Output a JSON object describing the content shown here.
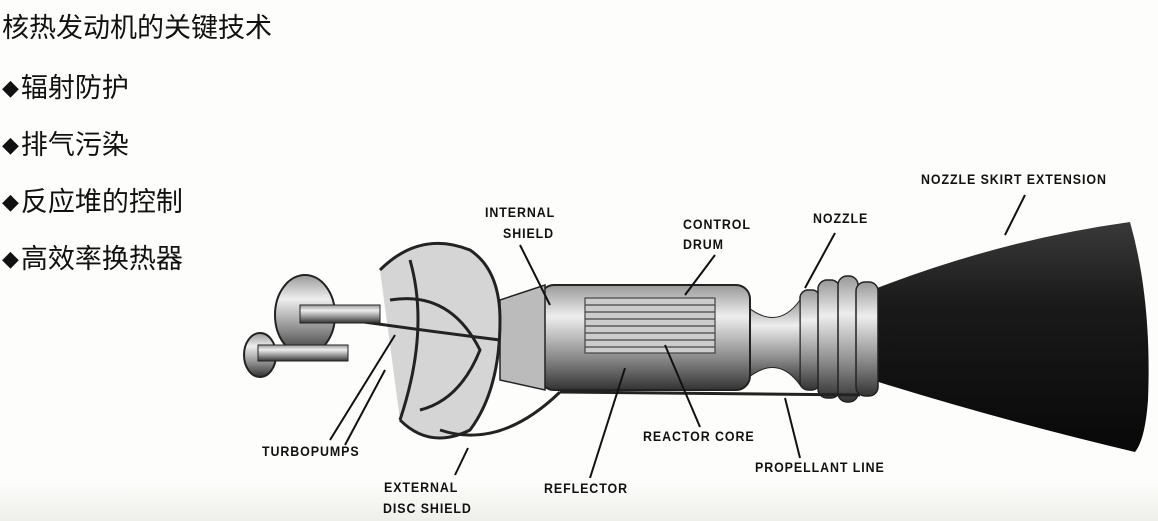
{
  "slide": {
    "title": "核热发动机的关键技术",
    "bullet_icon": "diamond-bullet-icon",
    "bullets": [
      "辐射防护",
      "排气污染",
      "反应堆的控制",
      "高效率换热器"
    ]
  },
  "diagram": {
    "labels": {
      "nozzle_skirt_extension": "NOZZLE SKIRT EXTENSION",
      "nozzle": "NOZZLE",
      "control_drum_1": "CONTROL",
      "control_drum_2": "DRUM",
      "internal_shield_1": "INTERNAL",
      "internal_shield_2": "SHIELD",
      "turbopumps": "TURBOPUMPS",
      "external_disc_shield_1": "EXTERNAL",
      "external_disc_shield_2": "DISC SHIELD",
      "reflector": "REFLECTOR",
      "reactor_core": "REACTOR CORE",
      "propellant_line": "PROPELLANT LINE"
    }
  }
}
